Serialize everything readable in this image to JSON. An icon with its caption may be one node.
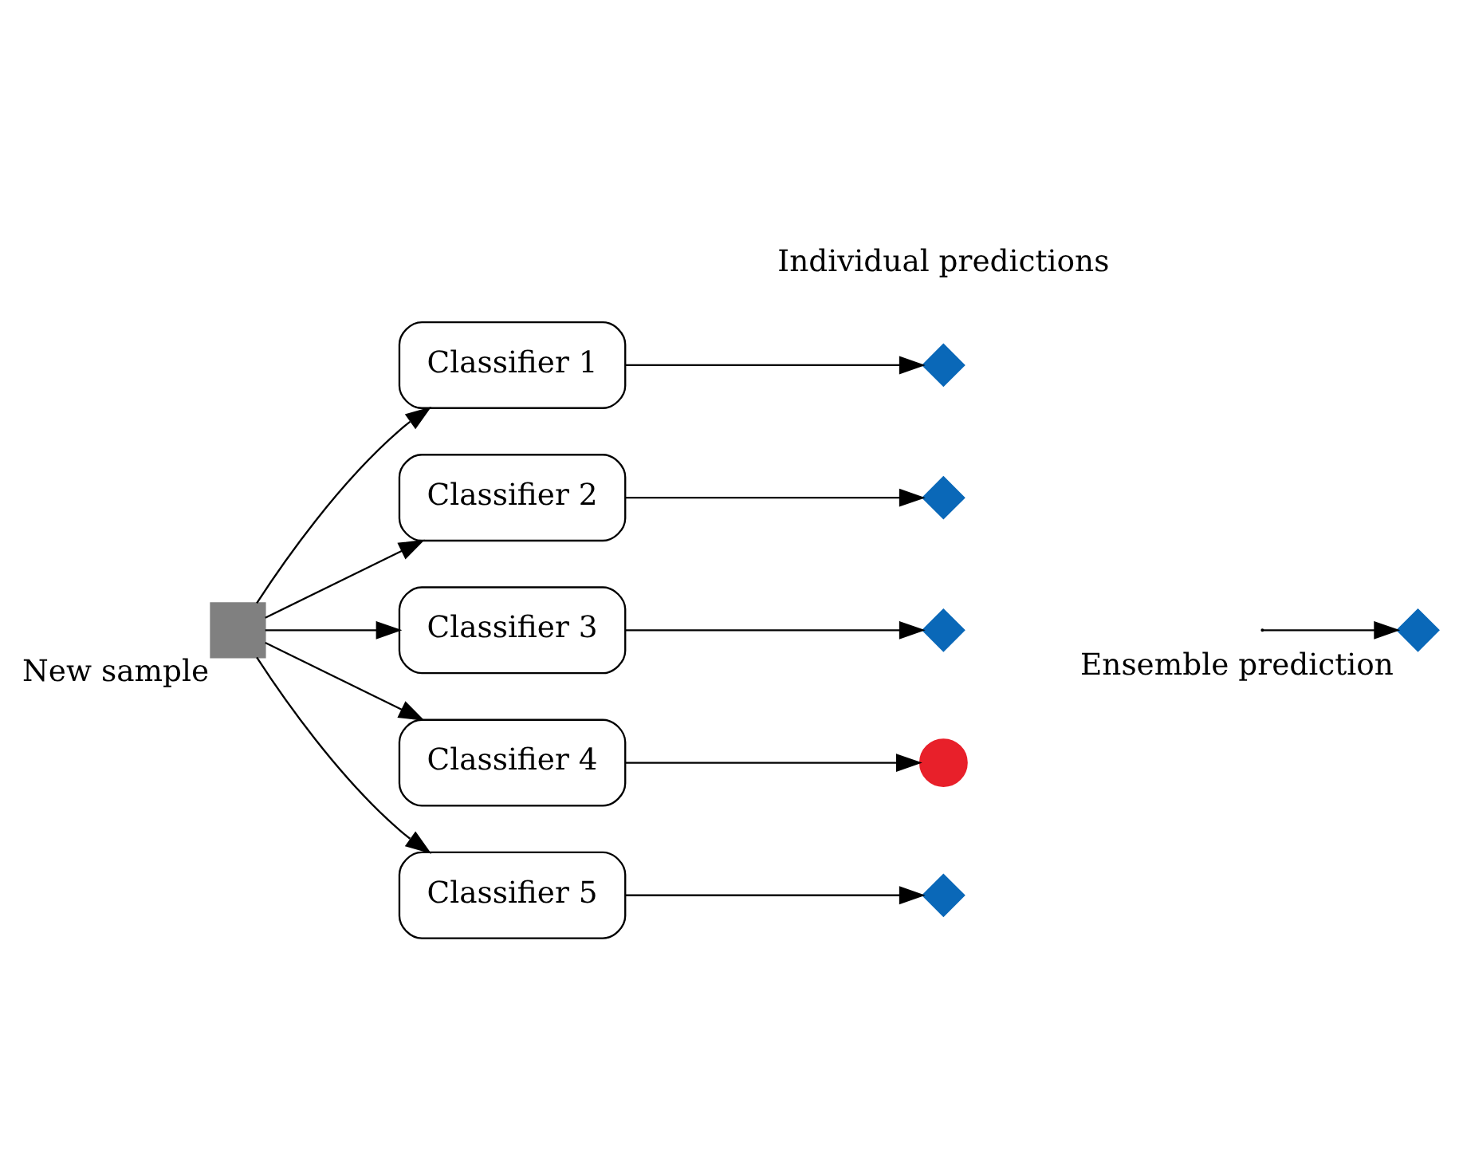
{
  "diagram": {
    "nodes": [
      {
        "text": [],
        "shape": "box",
        "beside": [
          "New sample"
        ]
      },
      {
        "text": [
          "Classifier 1"
        ]
      },
      {
        "text": [
          "Classifier 2"
        ]
      },
      {
        "text": [
          "Classifier 3"
        ]
      },
      {
        "text": [
          "Classifier 4"
        ]
      },
      {
        "text": [
          "Classifier 5"
        ]
      },
      {
        "text": [],
        "shape": "cross"
      },
      {
        "text": [],
        "shape": "cross"
      },
      {
        "text": [],
        "shape": "cross"
      },
      {
        "text": [],
        "shape": "circle"
      },
      {
        "text": [],
        "shape": "cross"
      },
      {
        "text": [],
        "shape": "cross",
        "beside": [
          "Ensemble prediction"
        ]
      }
    ],
    "edges": [
      {
        "from": 0,
        "to": 1,
        "arrow": "to"
      },
      {
        "from": 0,
        "to": 2,
        "arrow": "to"
      },
      {
        "from": 0,
        "to": 3,
        "arrow": "to"
      },
      {
        "from": 0,
        "to": 4,
        "arrow": "to"
      },
      {
        "from": 0,
        "to": 5,
        "arrow": "to"
      },
      {
        "from": 1,
        "to": 6,
        "arrow": "to"
      },
      {
        "from": 2,
        "to": 7,
        "arrow": "to"
      },
      {
        "from": 3,
        "to": 8,
        "arrow": "to"
      },
      {
        "from": 4,
        "to": 9,
        "arrow": "to"
      },
      {
        "from": 5,
        "to": 10,
        "arrow": "to"
      },
      {
        "from": null,
        "to": 11,
        "arrow": "to"
      }
    ],
    "labels": [
      "Individual predictions"
    ]
  }
}
